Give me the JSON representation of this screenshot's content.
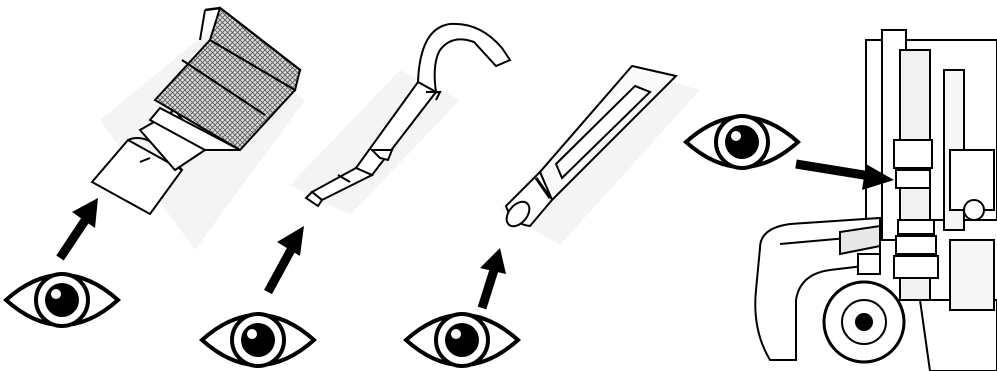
{
  "figure": {
    "panels": [
      {
        "id": "filter-attachment",
        "icon": "eye-icon",
        "direction": "arrow-up-right"
      },
      {
        "id": "extension-wand-handle",
        "icon": "eye-icon",
        "direction": "arrow-up-right"
      },
      {
        "id": "crevice-tool",
        "icon": "eye-icon",
        "direction": "arrow-up-right"
      },
      {
        "id": "upright-vacuum-hose-inlet",
        "icon": "eye-icon",
        "direction": "arrow-right"
      }
    ],
    "colors": {
      "line": "#000000",
      "background": "#ffffff",
      "shade": "#f2f2f2",
      "mesh": "#6a6a6a",
      "tool-fill": "#fafafa"
    }
  }
}
